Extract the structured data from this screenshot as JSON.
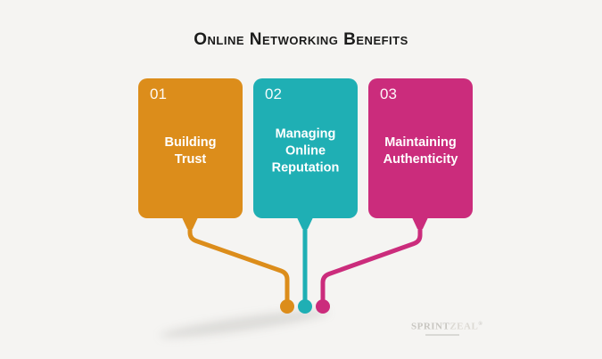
{
  "title": "Online Networking Benefits",
  "cards": [
    {
      "number": "01",
      "label": "Building Trust",
      "color": "#DC8D1B"
    },
    {
      "number": "02",
      "label": "Managing Online Reputation",
      "color": "#1FAFB4"
    },
    {
      "number": "03",
      "label": "Maintaining Authenticity",
      "color": "#CB2C7C"
    }
  ],
  "colors": {
    "background": "#F5F4F2",
    "title_text": "#1B1B1B",
    "card_text": "#FFFFFF"
  },
  "watermark": {
    "brand_primary": "SPRINT",
    "brand_secondary": "ZEAL",
    "registered_mark": "®"
  }
}
